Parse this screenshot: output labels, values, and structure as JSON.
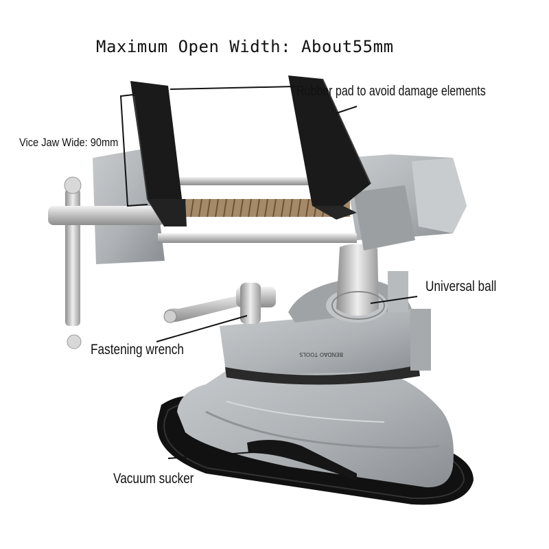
{
  "title": "Maximum Open Width: About55mm",
  "labels": {
    "jaw_width": "Vice Jaw Wide: 90mm",
    "rubber_pad": "Rubber pad to avoid damage elements",
    "universal_ball": "Universal ball",
    "fastening_wrench": "Fastening wrench",
    "vacuum_sucker": "Vacuum sucker"
  },
  "product_engraving": "BENDAO TOOLS",
  "colors": {
    "body_silver": "#b4b7ba",
    "body_shadow": "#8c9094",
    "rubber_black": "#1c1c1c",
    "sucker_black": "#101010",
    "chrome": "#d9d9d9"
  }
}
